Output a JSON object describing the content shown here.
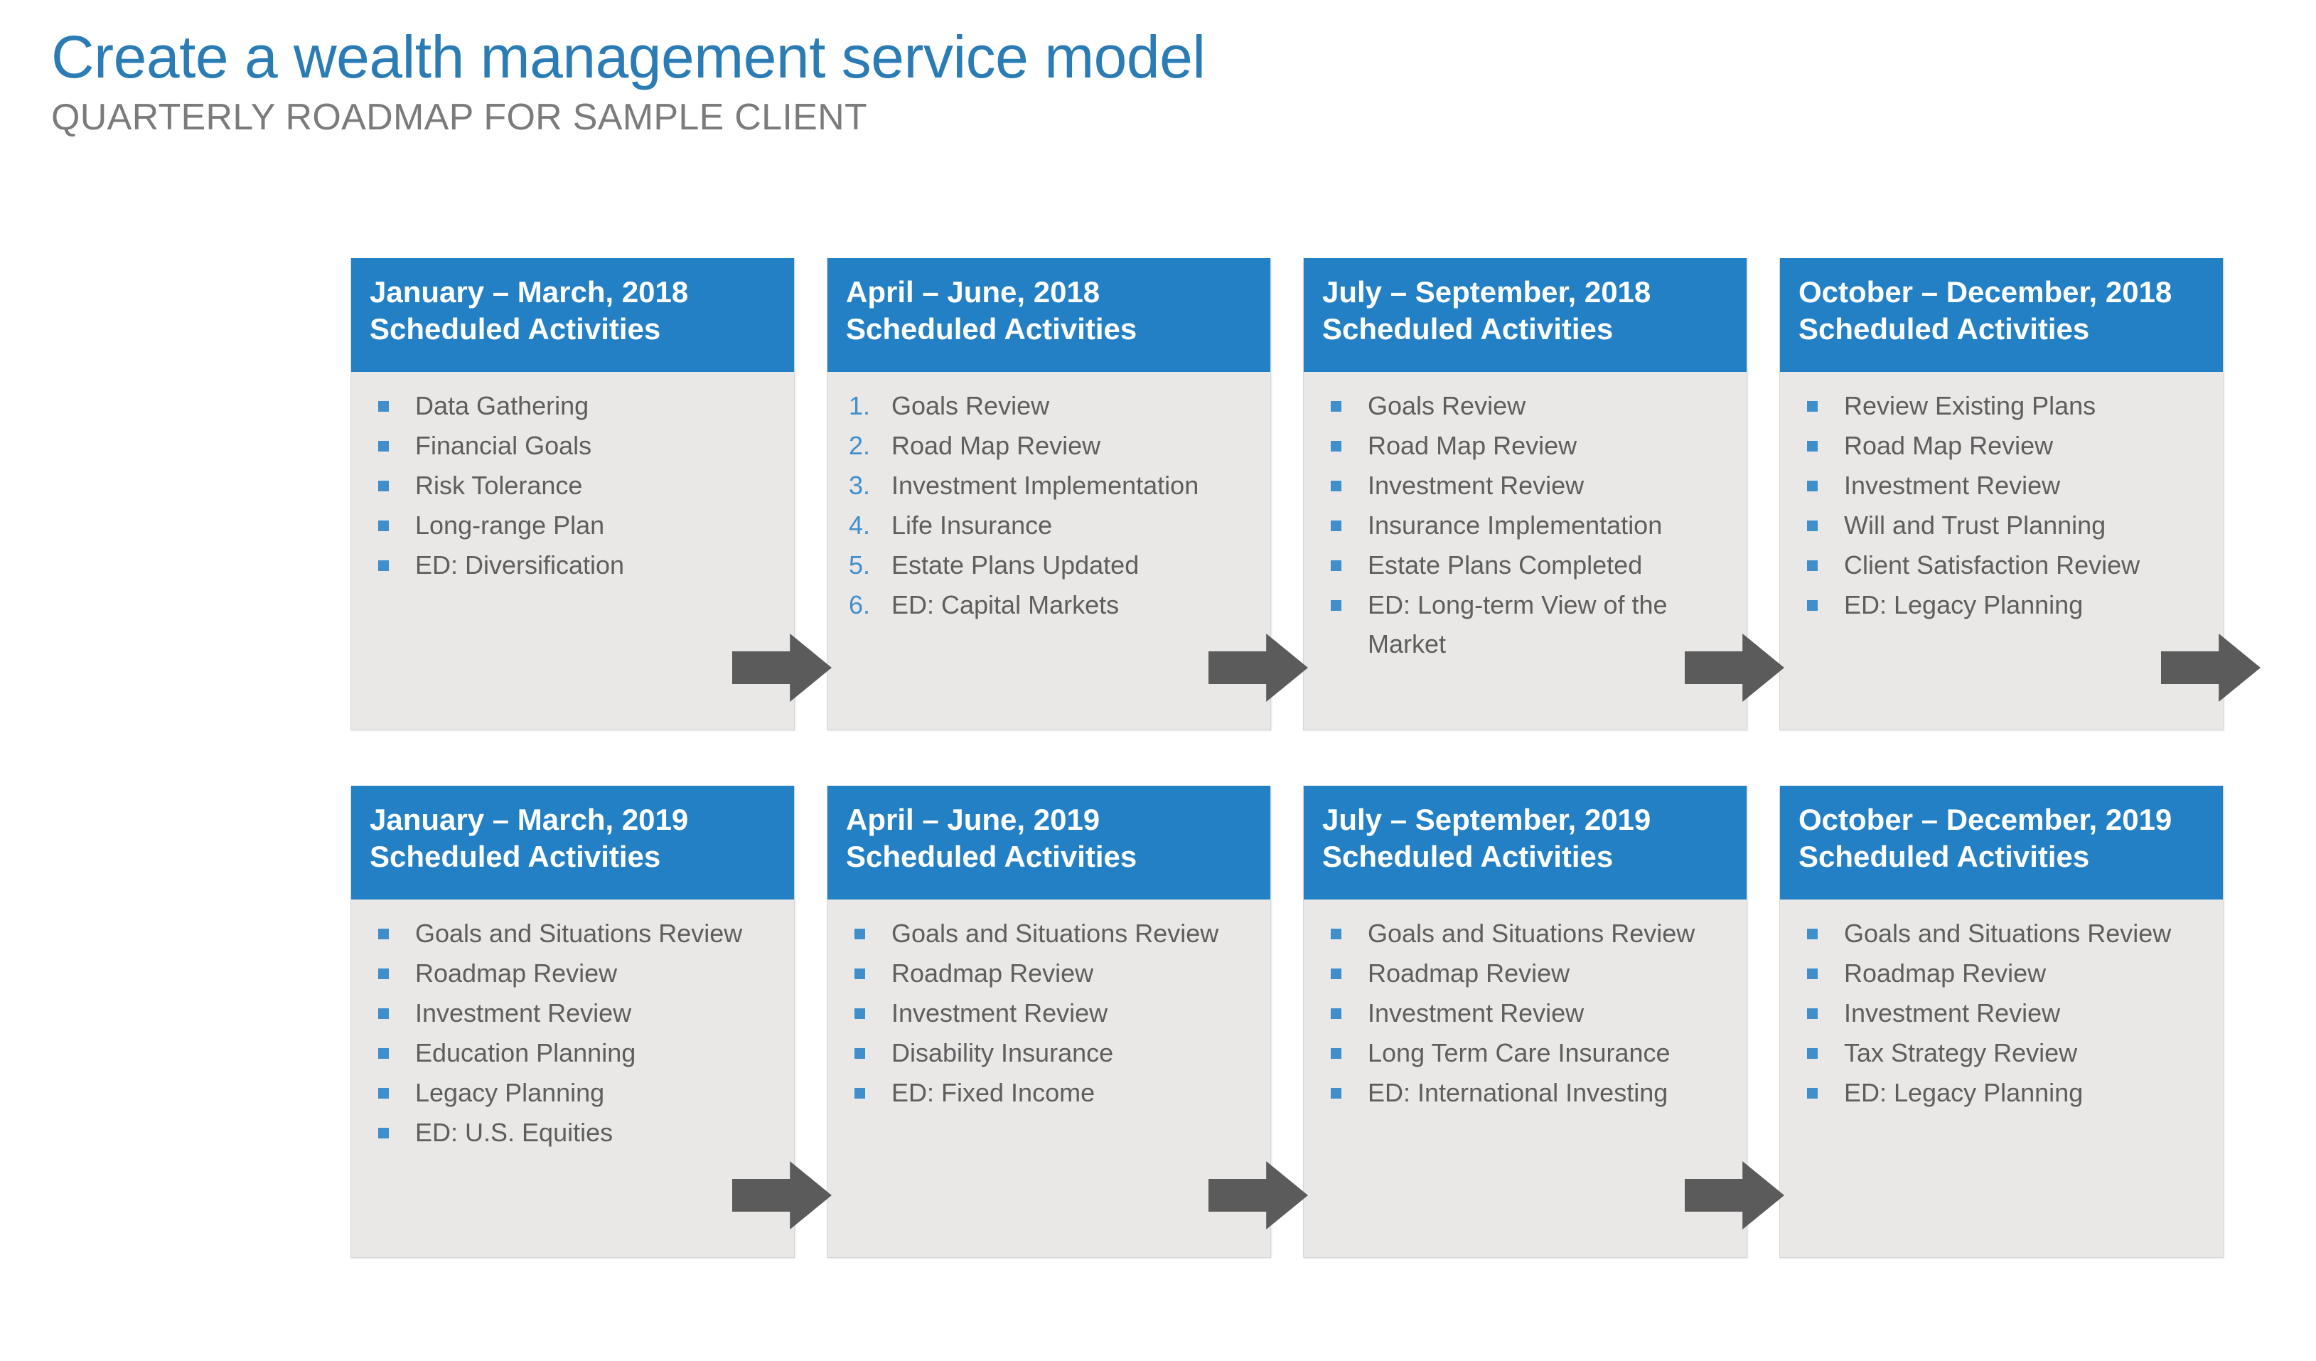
{
  "header": {
    "title": "Create a wealth management service model",
    "subtitle": "QUARTERLY ROADMAP FOR SAMPLE CLIENT"
  },
  "colors": {
    "title_blue": "#2b7cb5",
    "subtitle_gray": "#7b7b7b",
    "card_header_blue": "#2380c4",
    "card_body_gray": "#eae8e6",
    "bullet_blue": "#3f8fcc",
    "arrow_gray": "#5b5b5b",
    "body_text_gray": "#5e5e5e"
  },
  "icons": {
    "flow_arrow": "right-arrow-icon",
    "bullet": "square-bullet-icon"
  },
  "roadmap": {
    "subheading": "Scheduled Activities",
    "rows": [
      {
        "year": "2018",
        "cards": [
          {
            "period": "January – March, 2018",
            "subheading": "Scheduled Activities",
            "list_type": "bullet",
            "items": [
              "Data Gathering",
              "Financial Goals",
              "Risk Tolerance",
              "Long-range Plan",
              "ED: Diversification"
            ]
          },
          {
            "period": "April – June, 2018",
            "subheading": "Scheduled Activities",
            "list_type": "number",
            "items": [
              "Goals Review",
              "Road Map Review",
              "Investment Implementation",
              "Life Insurance",
              "Estate Plans Updated",
              "ED: Capital Markets"
            ]
          },
          {
            "period": "July – September, 2018",
            "subheading": "Scheduled Activities",
            "list_type": "bullet",
            "items": [
              "Goals Review",
              "Road Map Review",
              "Investment Review",
              "Insurance Implementation",
              "Estate Plans Completed",
              "ED: Long-term View of the Market"
            ]
          },
          {
            "period": "October – December, 2018",
            "subheading": "Scheduled Activities",
            "list_type": "bullet",
            "items": [
              "Review Existing Plans",
              "Road Map Review",
              "Investment Review",
              "Will and Trust Planning",
              "Client Satisfaction Review",
              "ED: Legacy Planning"
            ]
          }
        ]
      },
      {
        "year": "2019",
        "cards": [
          {
            "period": "January – March, 2019",
            "subheading": "Scheduled Activities",
            "list_type": "bullet",
            "items": [
              "Goals and Situations Review",
              "Roadmap Review",
              "Investment Review",
              "Education Planning",
              "Legacy Planning",
              "ED: U.S. Equities"
            ]
          },
          {
            "period": "April – June, 2019",
            "subheading": "Scheduled Activities",
            "list_type": "bullet",
            "items": [
              "Goals and Situations Review",
              "Roadmap Review",
              "Investment Review",
              "Disability Insurance",
              "ED: Fixed Income"
            ]
          },
          {
            "period": "July – September, 2019",
            "subheading": "Scheduled Activities",
            "list_type": "bullet",
            "items": [
              "Goals and Situations Review",
              "Roadmap Review",
              "Investment Review",
              "Long Term Care Insurance",
              "ED: International Investing"
            ]
          },
          {
            "period": "October – December, 2019",
            "subheading": "Scheduled Activities",
            "list_type": "bullet",
            "items": [
              "Goals and Situations Review",
              "Roadmap Review",
              "Investment Review",
              "Tax Strategy Review",
              "ED: Legacy Planning"
            ]
          }
        ]
      }
    ]
  }
}
